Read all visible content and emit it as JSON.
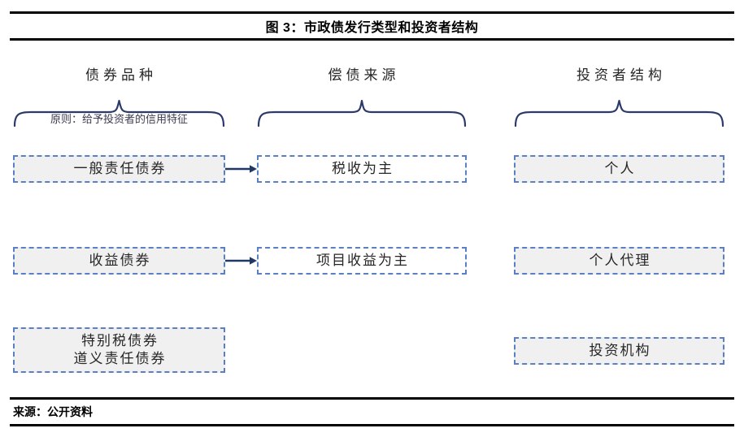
{
  "figure": {
    "title": "图 3：市政债发行类型和投资者结构",
    "source_label": "来源：公开资料"
  },
  "colors": {
    "box_border": "#5b7fc4",
    "box_fill_gray": "#f0f0f0",
    "box_fill_white": "#ffffff",
    "brace_stroke": "#2b3a6b",
    "arrow_stroke": "#1f3864",
    "rule_black": "#000000",
    "text_dark": "#262626"
  },
  "columns": [
    {
      "key": "bond_type",
      "header": "债券品种",
      "note": "原则：给予投资者的信用特征"
    },
    {
      "key": "repay_source",
      "header": "偿债来源",
      "note": ""
    },
    {
      "key": "investor_mix",
      "header": "投资者结构",
      "note": ""
    }
  ],
  "rows": [
    {
      "c1": {
        "lines": [
          "一般责任债券"
        ],
        "fill": "gray"
      },
      "c2": {
        "lines": [
          "税收为主"
        ],
        "fill": "white"
      },
      "c3": {
        "lines": [
          "个人"
        ],
        "fill": "gray"
      },
      "arrow": "arrow-right"
    },
    {
      "c1": {
        "lines": [
          "收益债券"
        ],
        "fill": "gray"
      },
      "c2": {
        "lines": [
          "项目收益为主"
        ],
        "fill": "white"
      },
      "c3": {
        "lines": [
          "个人代理"
        ],
        "fill": "gray"
      },
      "arrow": "arrow-right"
    },
    {
      "c1": {
        "lines": [
          "特别税债券",
          "道义责任债券"
        ],
        "fill": "gray"
      },
      "c2": {
        "lines": [],
        "fill": "none"
      },
      "c3": {
        "lines": [
          "投资机构"
        ],
        "fill": "gray"
      },
      "arrow": ""
    }
  ],
  "icons": {
    "brace": "curly-brace-down-icon",
    "arrow": "arrow-right-icon"
  }
}
